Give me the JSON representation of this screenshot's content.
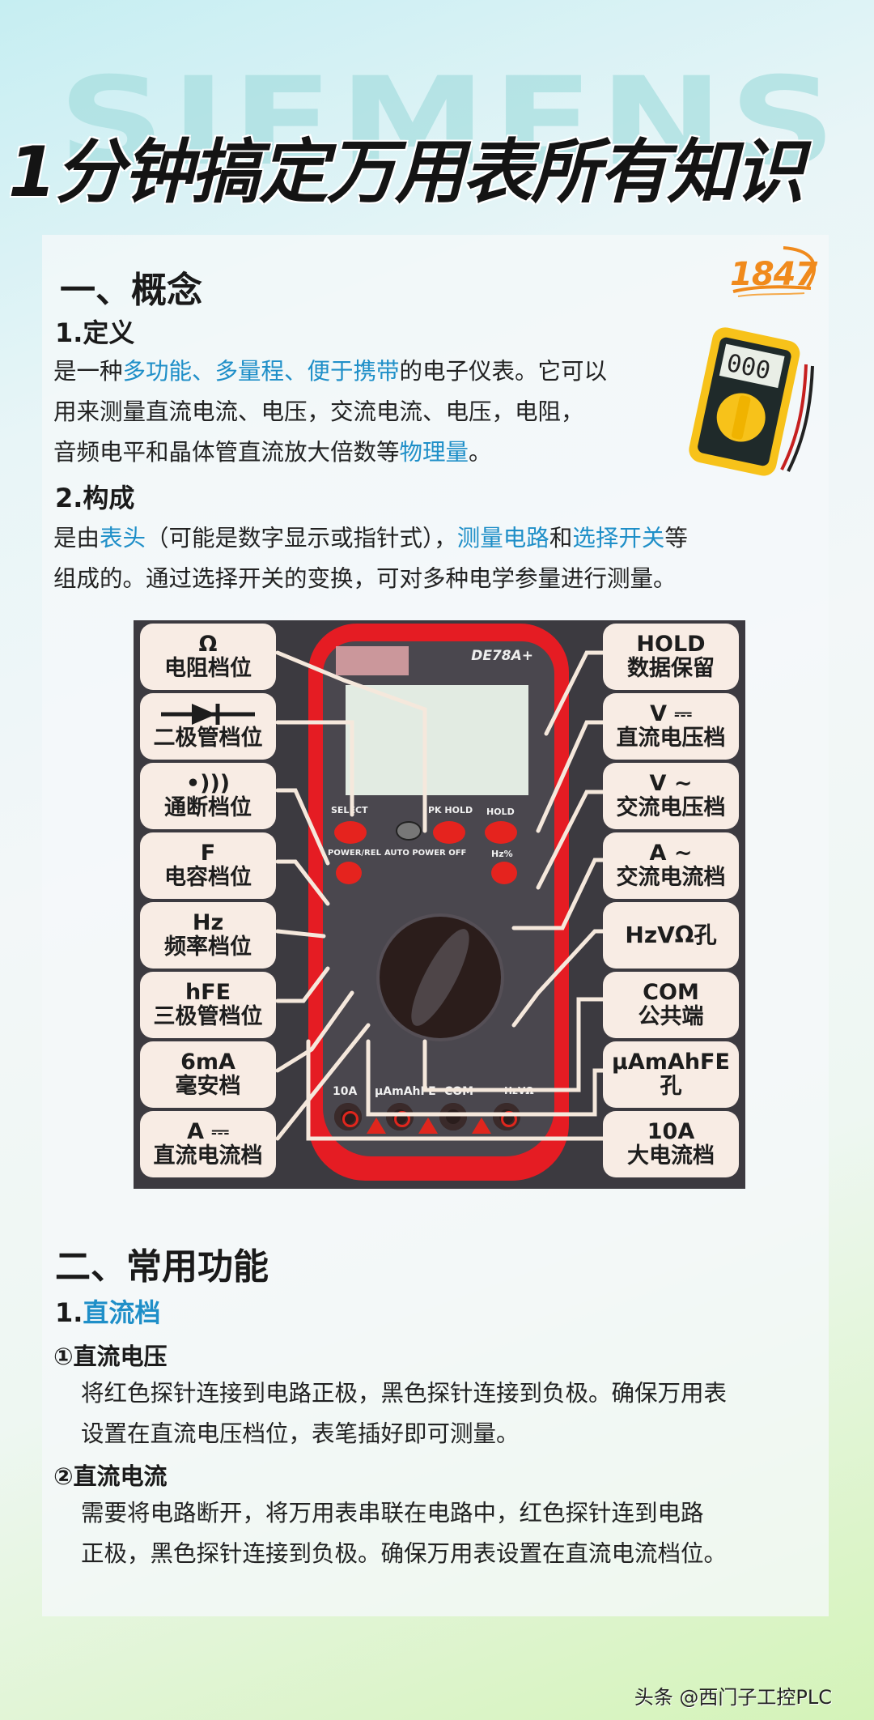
{
  "header": {
    "brand_watermark": "SIEMENS",
    "title": "1分钟搞定万用表所有知识"
  },
  "logo": {
    "text": "1847",
    "color": "#f08a1c"
  },
  "colors": {
    "highlight": "#1f8fc8",
    "text": "#1a1a1a",
    "label_bg": "#f8ece4",
    "meter_red": "#e51c23",
    "diagram_bg": "#3c3a40"
  },
  "section1": {
    "title": "一、概念",
    "definition": {
      "title": "1.定义",
      "line1": {
        "pre": "是一种",
        "hl1": "多功能、多量程、便于携带",
        "post": "的电子仪表。它可以"
      },
      "line2": "用来测量直流电流、电压，交流电流、电压，电阻，",
      "line3": {
        "pre": "音频电平和晶体管直流放大倍数等",
        "hl": "物理量",
        "post": "。"
      }
    },
    "composition": {
      "title": "2.构成",
      "line1": {
        "pre": "是由",
        "hl1": "表头",
        "mid1": "（可能是数字显示或指针式），",
        "hl2": "测量电路",
        "mid2": "和",
        "hl3": "选择开关",
        "post": "等"
      },
      "line2": "组成的。通过选择开关的变换，可对多种电学参量进行测量。"
    }
  },
  "diagram": {
    "model": "DE78A+",
    "buttons": {
      "select": "SELECT",
      "pk_hold": "PK HOLD",
      "hold": "HOLD",
      "power_rel": "POWER/REL",
      "auto_power_off": "AUTO POWER OFF",
      "hz_pct": "Hz%"
    },
    "jacks": [
      "10A",
      "μAmAhFE",
      "COM",
      "HzVΩ"
    ],
    "left_labels": [
      {
        "sym": "Ω",
        "cn": "电阻档位"
      },
      {
        "sym": "diode",
        "cn": "二极管档位"
      },
      {
        "sym": "•)))",
        "cn": "通断档位"
      },
      {
        "sym": "F",
        "cn": "电容档位"
      },
      {
        "sym": "Hz",
        "cn": "频率档位"
      },
      {
        "sym": "hFE",
        "cn": "三极管档位"
      },
      {
        "sym": "6mA",
        "cn": "毫安档"
      },
      {
        "sym": "A ⎓",
        "cn": "直流电流档"
      }
    ],
    "right_labels": [
      {
        "sym": "HOLD",
        "cn": "数据保留"
      },
      {
        "sym": "V ⎓",
        "cn": "直流电压档"
      },
      {
        "sym": "V ~",
        "cn": "交流电压档"
      },
      {
        "sym": "A ~",
        "cn": "交流电流档"
      },
      {
        "sym": "",
        "cn": "HzVΩ孔"
      },
      {
        "sym": "COM",
        "cn": "公共端"
      },
      {
        "sym": "μAmAhFE",
        "cn": "孔"
      },
      {
        "sym": "10A",
        "cn": "大电流档"
      }
    ]
  },
  "section2": {
    "title": "二、常用功能",
    "dc": {
      "title_num": "1.",
      "title_hl": "直流档",
      "voltage": {
        "title": "①直流电压",
        "line1": "将红色探针连接到电路正极，黑色探针连接到负极。确保万用表",
        "line2": "设置在直流电压档位，表笔插好即可测量。"
      },
      "current": {
        "title": "②直流电流",
        "line1": "需要将电路断开，将万用表串联在电路中，红色探针连到电路",
        "line2": "正极，黑色探针连接到负极。确保万用表设置在直流电流档位。"
      }
    }
  },
  "footer": {
    "credit": "头条 @西门子工控PLC"
  }
}
